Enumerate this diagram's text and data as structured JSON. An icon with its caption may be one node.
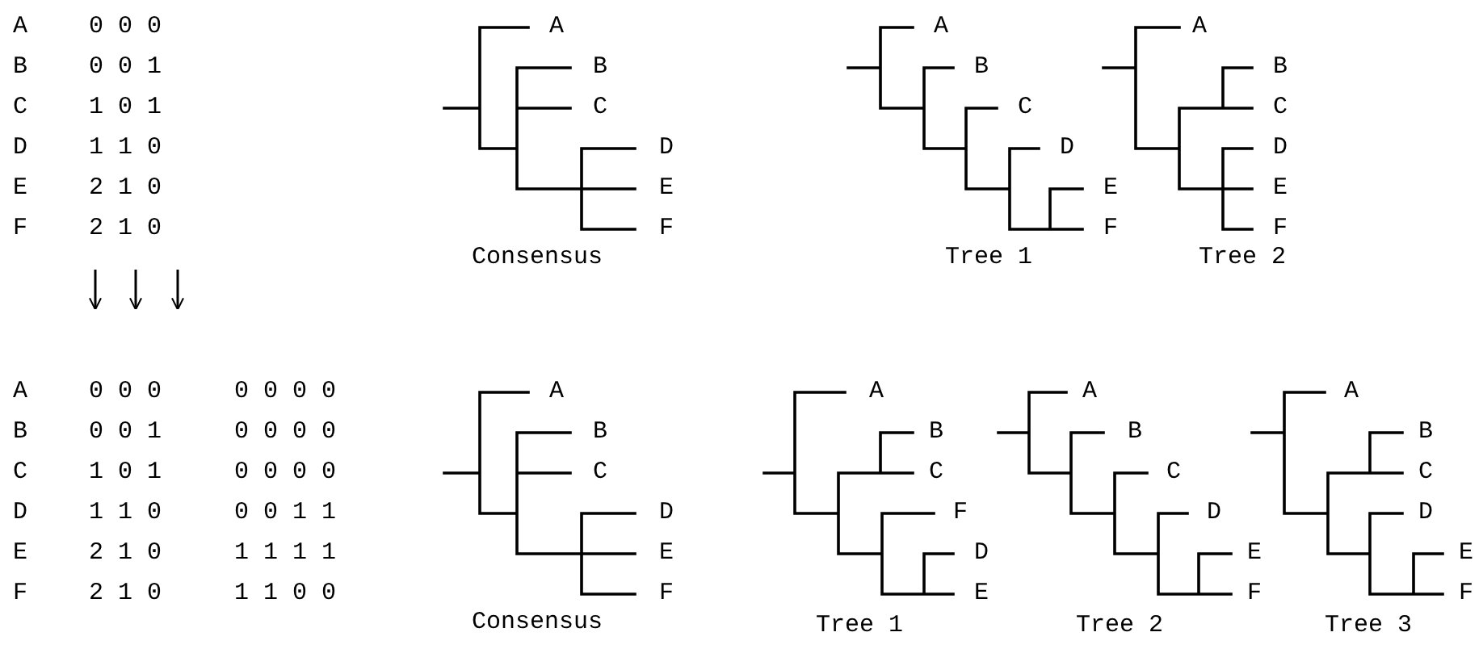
{
  "diagram": {
    "labels": [
      "A",
      "0 0 0",
      "B",
      "0 0 1",
      "C",
      "1 0 1",
      "D",
      "1 1 0",
      "E",
      "2 1 0",
      "F",
      "2 1 0",
      "A",
      "B",
      "C",
      "D",
      "E",
      "F",
      "Consensus",
      "A",
      "B",
      "C",
      "D",
      "E",
      "F",
      "Tree 1",
      "A",
      "B",
      "C",
      "D",
      "E",
      "F",
      "Tree 2",
      "A",
      "0 0 0",
      "0 0 0 0",
      "B",
      "0 0 1",
      "0 0 0 0",
      "C",
      "1 0 1",
      "0 0 0 0",
      "D",
      "1 1 0",
      "0 0 1 1",
      "E",
      "2 1 0",
      "1 1 1 1",
      "F",
      "2 1 0",
      "1 1 0 0",
      "A",
      "B",
      "C",
      "D",
      "E",
      "F",
      "Consensus",
      "A",
      "B",
      "C",
      "F",
      "D",
      "E",
      "Tree 1",
      "A",
      "B",
      "C",
      "D",
      "E",
      "F",
      "Tree 2",
      "A",
      "B",
      "C",
      "D",
      "E",
      "F",
      "Tree 3"
    ]
  }
}
